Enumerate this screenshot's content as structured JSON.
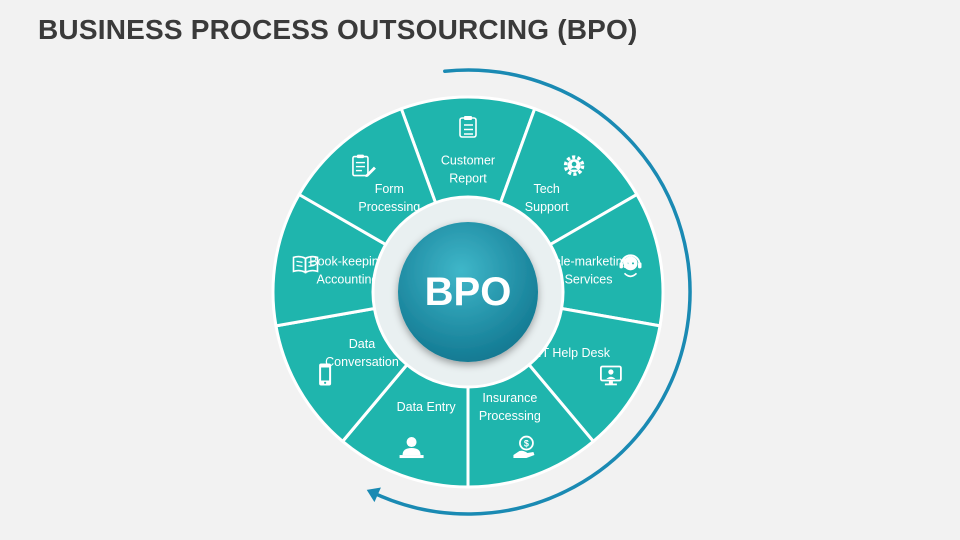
{
  "title": "BUSINESS PROCESS OUTSOURCING (BPO)",
  "center": {
    "label": "BPO"
  },
  "colors": {
    "segment": "#1fb5ad",
    "segment_border": "#ffffff",
    "inner_ring": "#e9f0f1",
    "center_hub": "#1b8ea6",
    "arrow": "#1a8ab3",
    "title": "#3a3a3a",
    "background": "#f2f2f2"
  },
  "segments": [
    {
      "id": "customer-report",
      "lines": [
        "Customer",
        "Report"
      ],
      "icon": "clipboard-checklist-icon"
    },
    {
      "id": "tech-support",
      "lines": [
        "Tech",
        "Support"
      ],
      "icon": "gear-user-icon"
    },
    {
      "id": "tele-marketing-services",
      "lines": [
        "Tele-marketing",
        "Services"
      ],
      "icon": "headset-agent-icon"
    },
    {
      "id": "it-help-desk",
      "lines": [
        "IT Help Desk"
      ],
      "icon": "monitor-user-icon"
    },
    {
      "id": "insurance-processing",
      "lines": [
        "Insurance",
        "Processing"
      ],
      "icon": "hand-money-icon"
    },
    {
      "id": "data-entry",
      "lines": [
        "Data Entry"
      ],
      "icon": "user-at-desk-icon"
    },
    {
      "id": "data-conversation",
      "lines": [
        "Data",
        "Conversation"
      ],
      "icon": "mobile-phone-icon"
    },
    {
      "id": "book-keeping-accounting",
      "lines": [
        "Book-keeping",
        "Accounting"
      ],
      "icon": "open-book-icon"
    },
    {
      "id": "form-processing",
      "lines": [
        "Form",
        "Processing"
      ],
      "icon": "form-pencil-icon"
    }
  ]
}
